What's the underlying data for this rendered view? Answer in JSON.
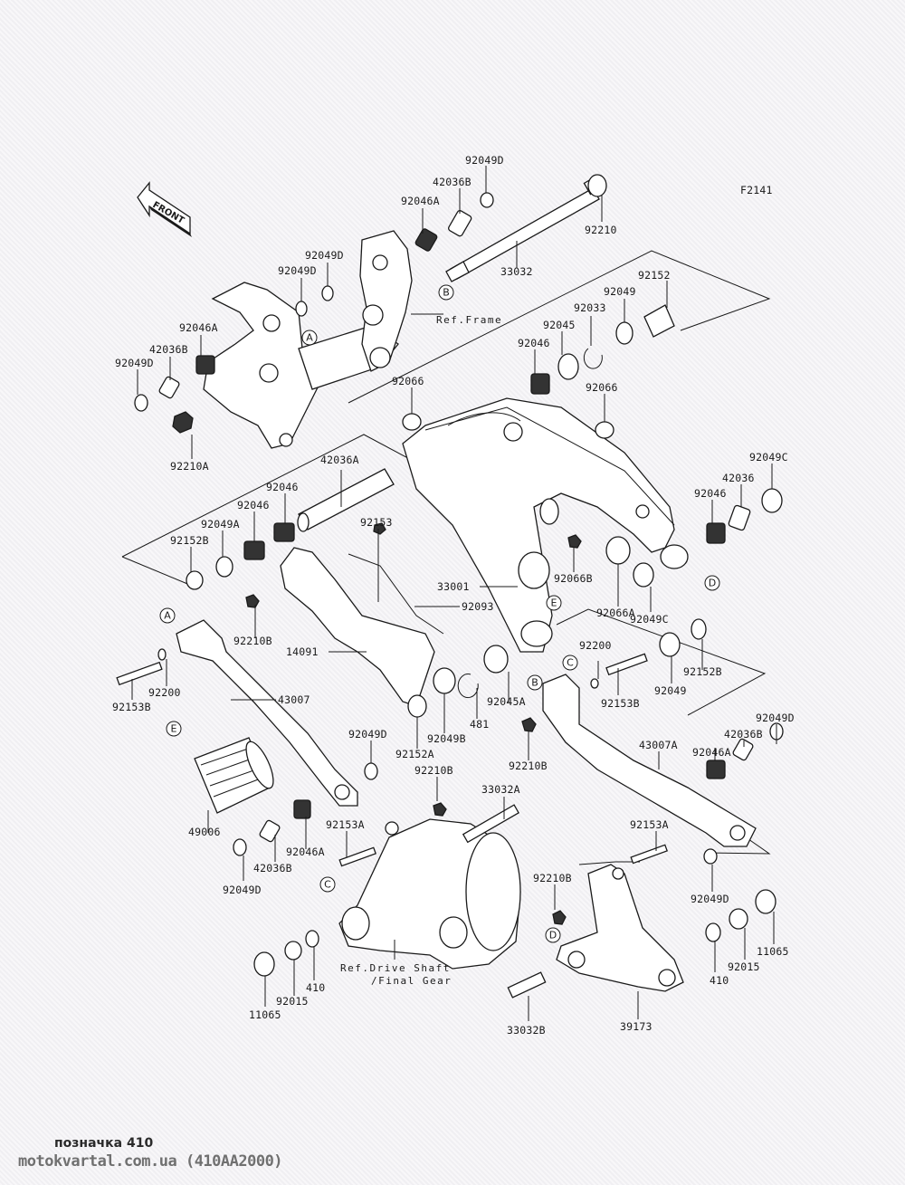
{
  "diagram": {
    "code": "F2141",
    "front_label": "FRONT",
    "refs": {
      "frame": "Ref.Frame",
      "drive_shaft_line1": "Ref.Drive Shaft",
      "drive_shaft_line2": "/Final Gear"
    },
    "markers": [
      "A",
      "B",
      "C",
      "D",
      "E"
    ],
    "labels": [
      "92049D",
      "42036B",
      "92046A",
      "92210",
      "33032",
      "92049D",
      "92049D",
      "92152",
      "92049",
      "92033",
      "92045",
      "92046",
      "92046A",
      "42036B",
      "92049D",
      "92066",
      "92066",
      "92210A",
      "42036A",
      "92046",
      "92046",
      "92049A",
      "92152B",
      "92153",
      "92049C",
      "42036",
      "92046",
      "33001",
      "92066B",
      "92066A",
      "92049C",
      "92093",
      "14091",
      "92210B",
      "92200",
      "92153B",
      "43007",
      "92200",
      "92153B",
      "92049",
      "92152B",
      "92045A",
      "481",
      "92049B",
      "92152A",
      "92210B",
      "43007A",
      "92049D",
      "42036B",
      "92046A",
      "92049D",
      "92210B",
      "33032A",
      "49006",
      "92153A",
      "92046A",
      "42036B",
      "92049D",
      "92153A",
      "92210B",
      "92049D",
      "11065",
      "92015",
      "410",
      "410",
      "92015",
      "11065",
      "33032B",
      "39173"
    ]
  },
  "footer": {
    "caption": "позначка 410",
    "site": "motokvartal.com.ua (410AA2000)"
  }
}
